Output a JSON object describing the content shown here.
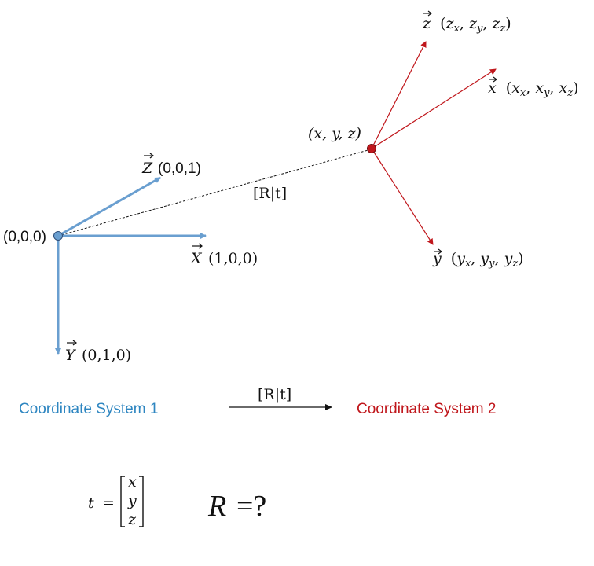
{
  "colors": {
    "system1": "#6a9fd0",
    "system1_text": "#2e86c1",
    "system2": "#c0171c",
    "text": "#111111"
  },
  "system1": {
    "origin_label": "(0,0,0)",
    "z_axis": {
      "vector": "Z",
      "coords": "(0,0,1)"
    },
    "x_axis": {
      "vector": "X",
      "coords": "(1,0,0)"
    },
    "y_axis": {
      "vector": "Y",
      "coords": "(0,1,0)"
    }
  },
  "system2": {
    "origin_label": "(x, y, z)",
    "z_axis": {
      "vector": "z",
      "open": "(",
      "c1": "z",
      "s1": "x",
      "c2": "z",
      "s2": "y",
      "c3": "z",
      "s3": "z",
      "close": ")"
    },
    "x_axis": {
      "vector": "x",
      "open": "(",
      "c1": "x",
      "s1": "x",
      "c2": "x",
      "s2": "y",
      "c3": "x",
      "s3": "z",
      "close": ")"
    },
    "y_axis": {
      "vector": "y",
      "open": "(",
      "c1": "y",
      "s1": "x",
      "c2": "y",
      "s2": "y",
      "c3": "y",
      "s3": "z",
      "close": ")"
    }
  },
  "transform_label": "[R|t]",
  "legend": {
    "from": "Coordinate System 1",
    "arrow_label": "[R|t]",
    "to": "Coordinate System 2"
  },
  "equations": {
    "t_name": "t",
    "equals": "=",
    "vector": [
      "x",
      "y",
      "z"
    ],
    "r_name": "R",
    "r_rhs": "=?"
  }
}
